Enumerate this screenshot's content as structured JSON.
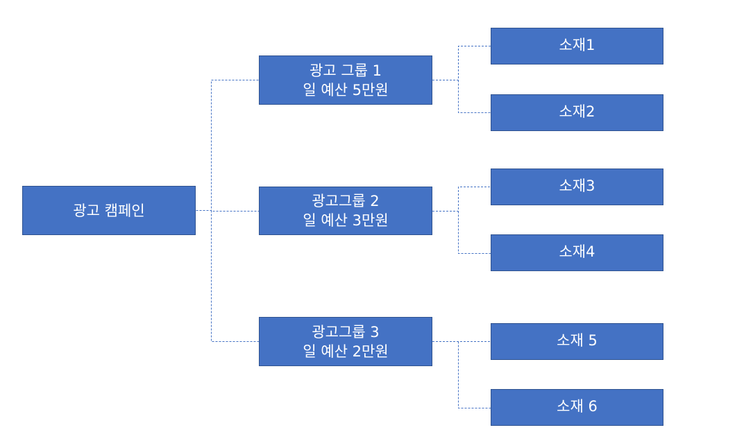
{
  "campaign": {
    "label": "광고 캠페인"
  },
  "ad_groups": [
    {
      "name": "광고 그룹 1",
      "budget": "일 예산 5만원"
    },
    {
      "name": "광고그룹 2",
      "budget": "일 예산 3만원"
    },
    {
      "name": "광고그룹 3",
      "budget": "일 예산 2만원"
    }
  ],
  "creatives": [
    {
      "label": "소재1"
    },
    {
      "label": "소재2"
    },
    {
      "label": "소재3"
    },
    {
      "label": "소재4"
    },
    {
      "label": "소재 5"
    },
    {
      "label": "소재 6"
    }
  ],
  "colors": {
    "node_fill": "#4472c4",
    "node_border": "#2f528f",
    "connector": "#4472c4",
    "text": "#ffffff"
  }
}
